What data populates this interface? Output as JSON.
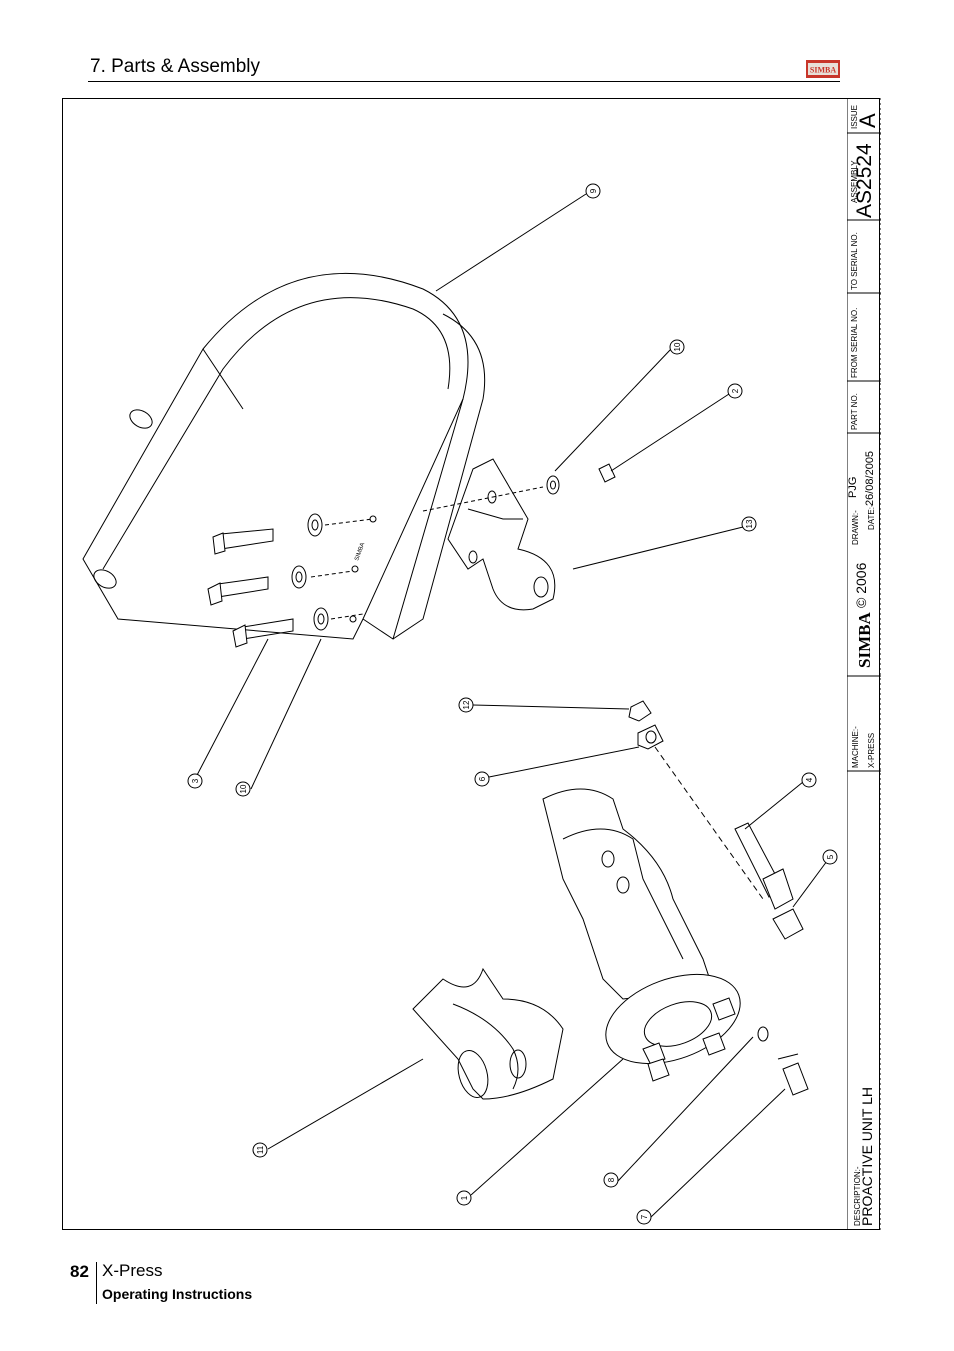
{
  "header": {
    "section_title": "7. Parts & Assembly",
    "logo_text": "SIMBA"
  },
  "drawing": {
    "callouts": [
      "9",
      "10",
      "2",
      "13",
      "12",
      "6",
      "4",
      "5",
      "3",
      "10",
      "11",
      "1",
      "8",
      "7"
    ],
    "part_label": "SIMBA"
  },
  "titleblock": {
    "issue_label": "ISSUE",
    "issue_value": "A",
    "assembly_label": "ASSEMBLY",
    "assembly_value": "AS2524",
    "to_serial_label": "TO SERIAL NO.",
    "from_serial_label": "FROM SERIAL NO.",
    "part_no_label": "PART NO.",
    "drawn_label": "DRAWN:-",
    "drawn_value": "PJG",
    "date_label": "DATE:-",
    "date_value": "26/08/2005",
    "copyright": "© 2006",
    "brand": "SIMBA",
    "machine_label": "MACHINE:-",
    "machine_value": "X-PRESS",
    "description_label": "DESCRIPTION:-",
    "description_value": "PROACTIVE UNIT LH"
  },
  "footer": {
    "page_number": "82",
    "product": "X-Press",
    "subtitle": "Operating Instructions"
  }
}
